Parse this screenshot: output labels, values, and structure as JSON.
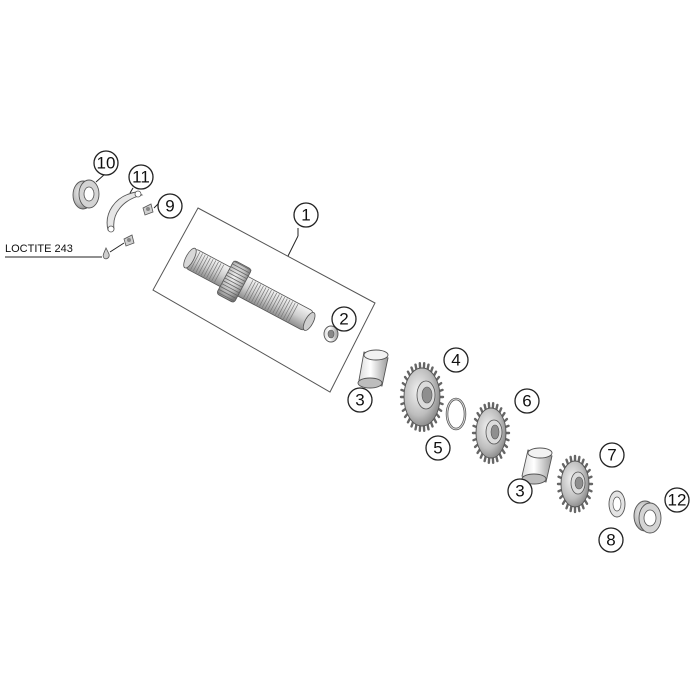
{
  "note": {
    "text": "LOCTITE 243"
  },
  "callouts": [
    {
      "id": "c1",
      "label": "1"
    },
    {
      "id": "c2",
      "label": "2"
    },
    {
      "id": "c3a",
      "label": "3"
    },
    {
      "id": "c3b",
      "label": "3"
    },
    {
      "id": "c4",
      "label": "4"
    },
    {
      "id": "c5",
      "label": "5"
    },
    {
      "id": "c6",
      "label": "6"
    },
    {
      "id": "c7",
      "label": "7"
    },
    {
      "id": "c8",
      "label": "8"
    },
    {
      "id": "c9",
      "label": "9"
    },
    {
      "id": "c10",
      "label": "10"
    },
    {
      "id": "c11",
      "label": "11"
    },
    {
      "id": "c12",
      "label": "12"
    }
  ],
  "colors": {
    "line": "#555555",
    "part_fill": "#e6e6e6",
    "part_dark": "#9a9a9a",
    "background": "#ffffff"
  }
}
